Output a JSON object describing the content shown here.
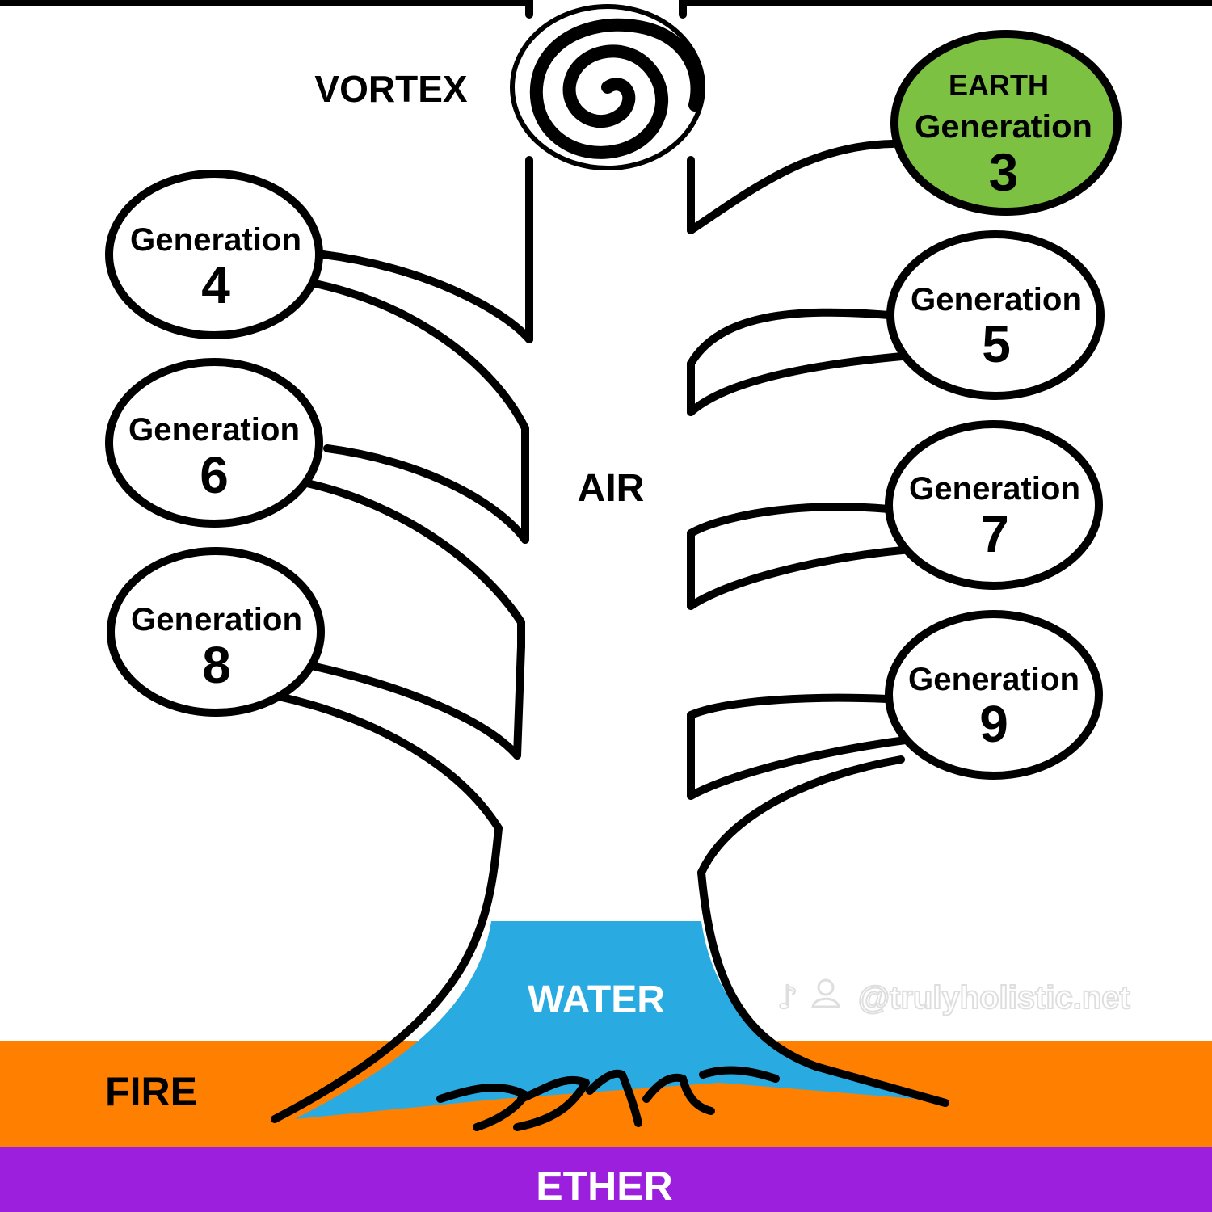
{
  "labels": {
    "vortex": "VORTEX",
    "air": "AIR",
    "water": "WATER",
    "fire": "FIRE",
    "ether": "ETHER",
    "earth": "EARTH"
  },
  "generation_word": "Generation",
  "generations": {
    "g3": "3",
    "g4": "4",
    "g5": "5",
    "g6": "6",
    "g7": "7",
    "g8": "8",
    "g9": "9"
  },
  "watermark": "@trulyholistic.net",
  "colors": {
    "earth": "#7dc142",
    "water": "#29abe2",
    "fire": "#ff7f00",
    "ether": "#9b1fdd",
    "outline": "#000000",
    "text_light": "#ffffff",
    "watermark": "#d9d9d9"
  }
}
